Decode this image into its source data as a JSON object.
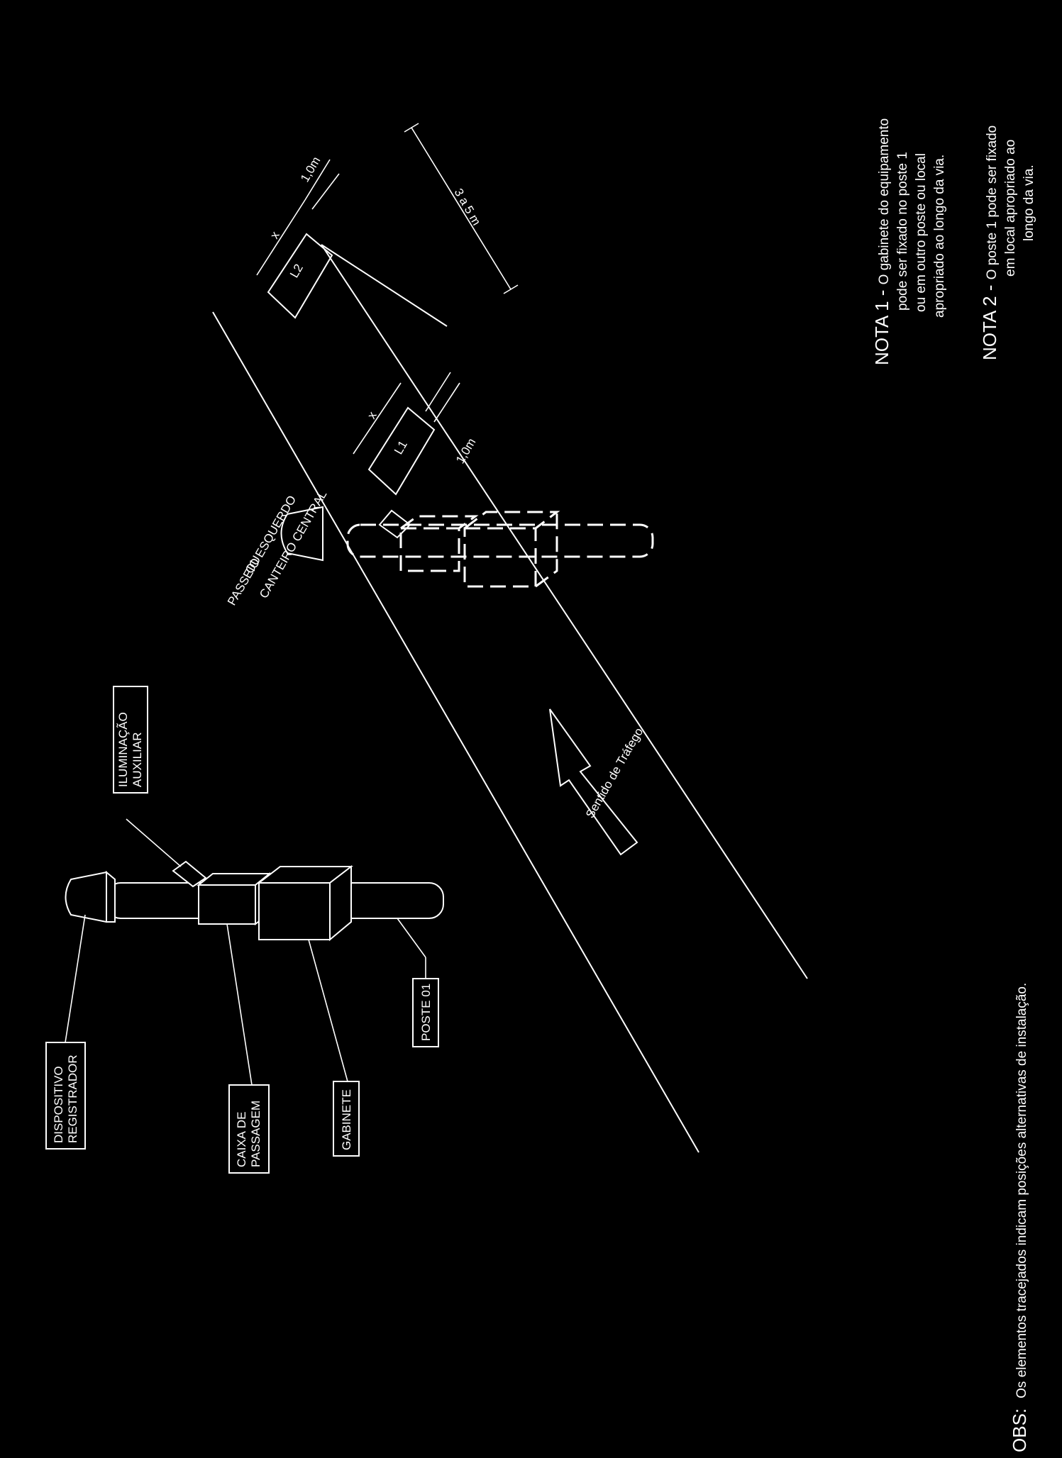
{
  "labels": {
    "iluminacao": [
      "ILUMINAÇÃO",
      "AUXILIAR"
    ],
    "dispositivo": [
      "DISPOSITIVO",
      "REGISTRADOR"
    ],
    "caixa": [
      "CAIXA DE",
      "PASSAGEM"
    ],
    "gabinete": [
      "GABINETE"
    ],
    "poste": [
      "POSTE 01"
    ],
    "passeio": [
      "PASSEIO ESQUERDO",
      "OU",
      "CANTEIRO CENTRAL"
    ]
  },
  "dimensions": {
    "x_upper": "x",
    "x_lower": "x",
    "one_meter_upper": "1,0m",
    "one_meter_lower": "1,0m",
    "width_range": "3 a 5 m",
    "loop_1": "L1",
    "loop_2": "L2"
  },
  "traffic_direction": "Sentido de Tráfego",
  "notes": {
    "nota1": {
      "title": "NOTA 1 - ",
      "lines": [
        "O gabinete do equipamento",
        "pode ser fixado no poste 1",
        "ou em outro poste ou local",
        "apropriado ao longo da via."
      ]
    },
    "nota2": {
      "title": "NOTA 2 - ",
      "lines": [
        "O poste 1 pode ser fixado",
        "em local apropriado ao",
        "longo da via."
      ]
    }
  },
  "obs": {
    "prefix": "OBS:",
    "text": "Os elementos tracejados indicam posições alternativas de instalação."
  }
}
